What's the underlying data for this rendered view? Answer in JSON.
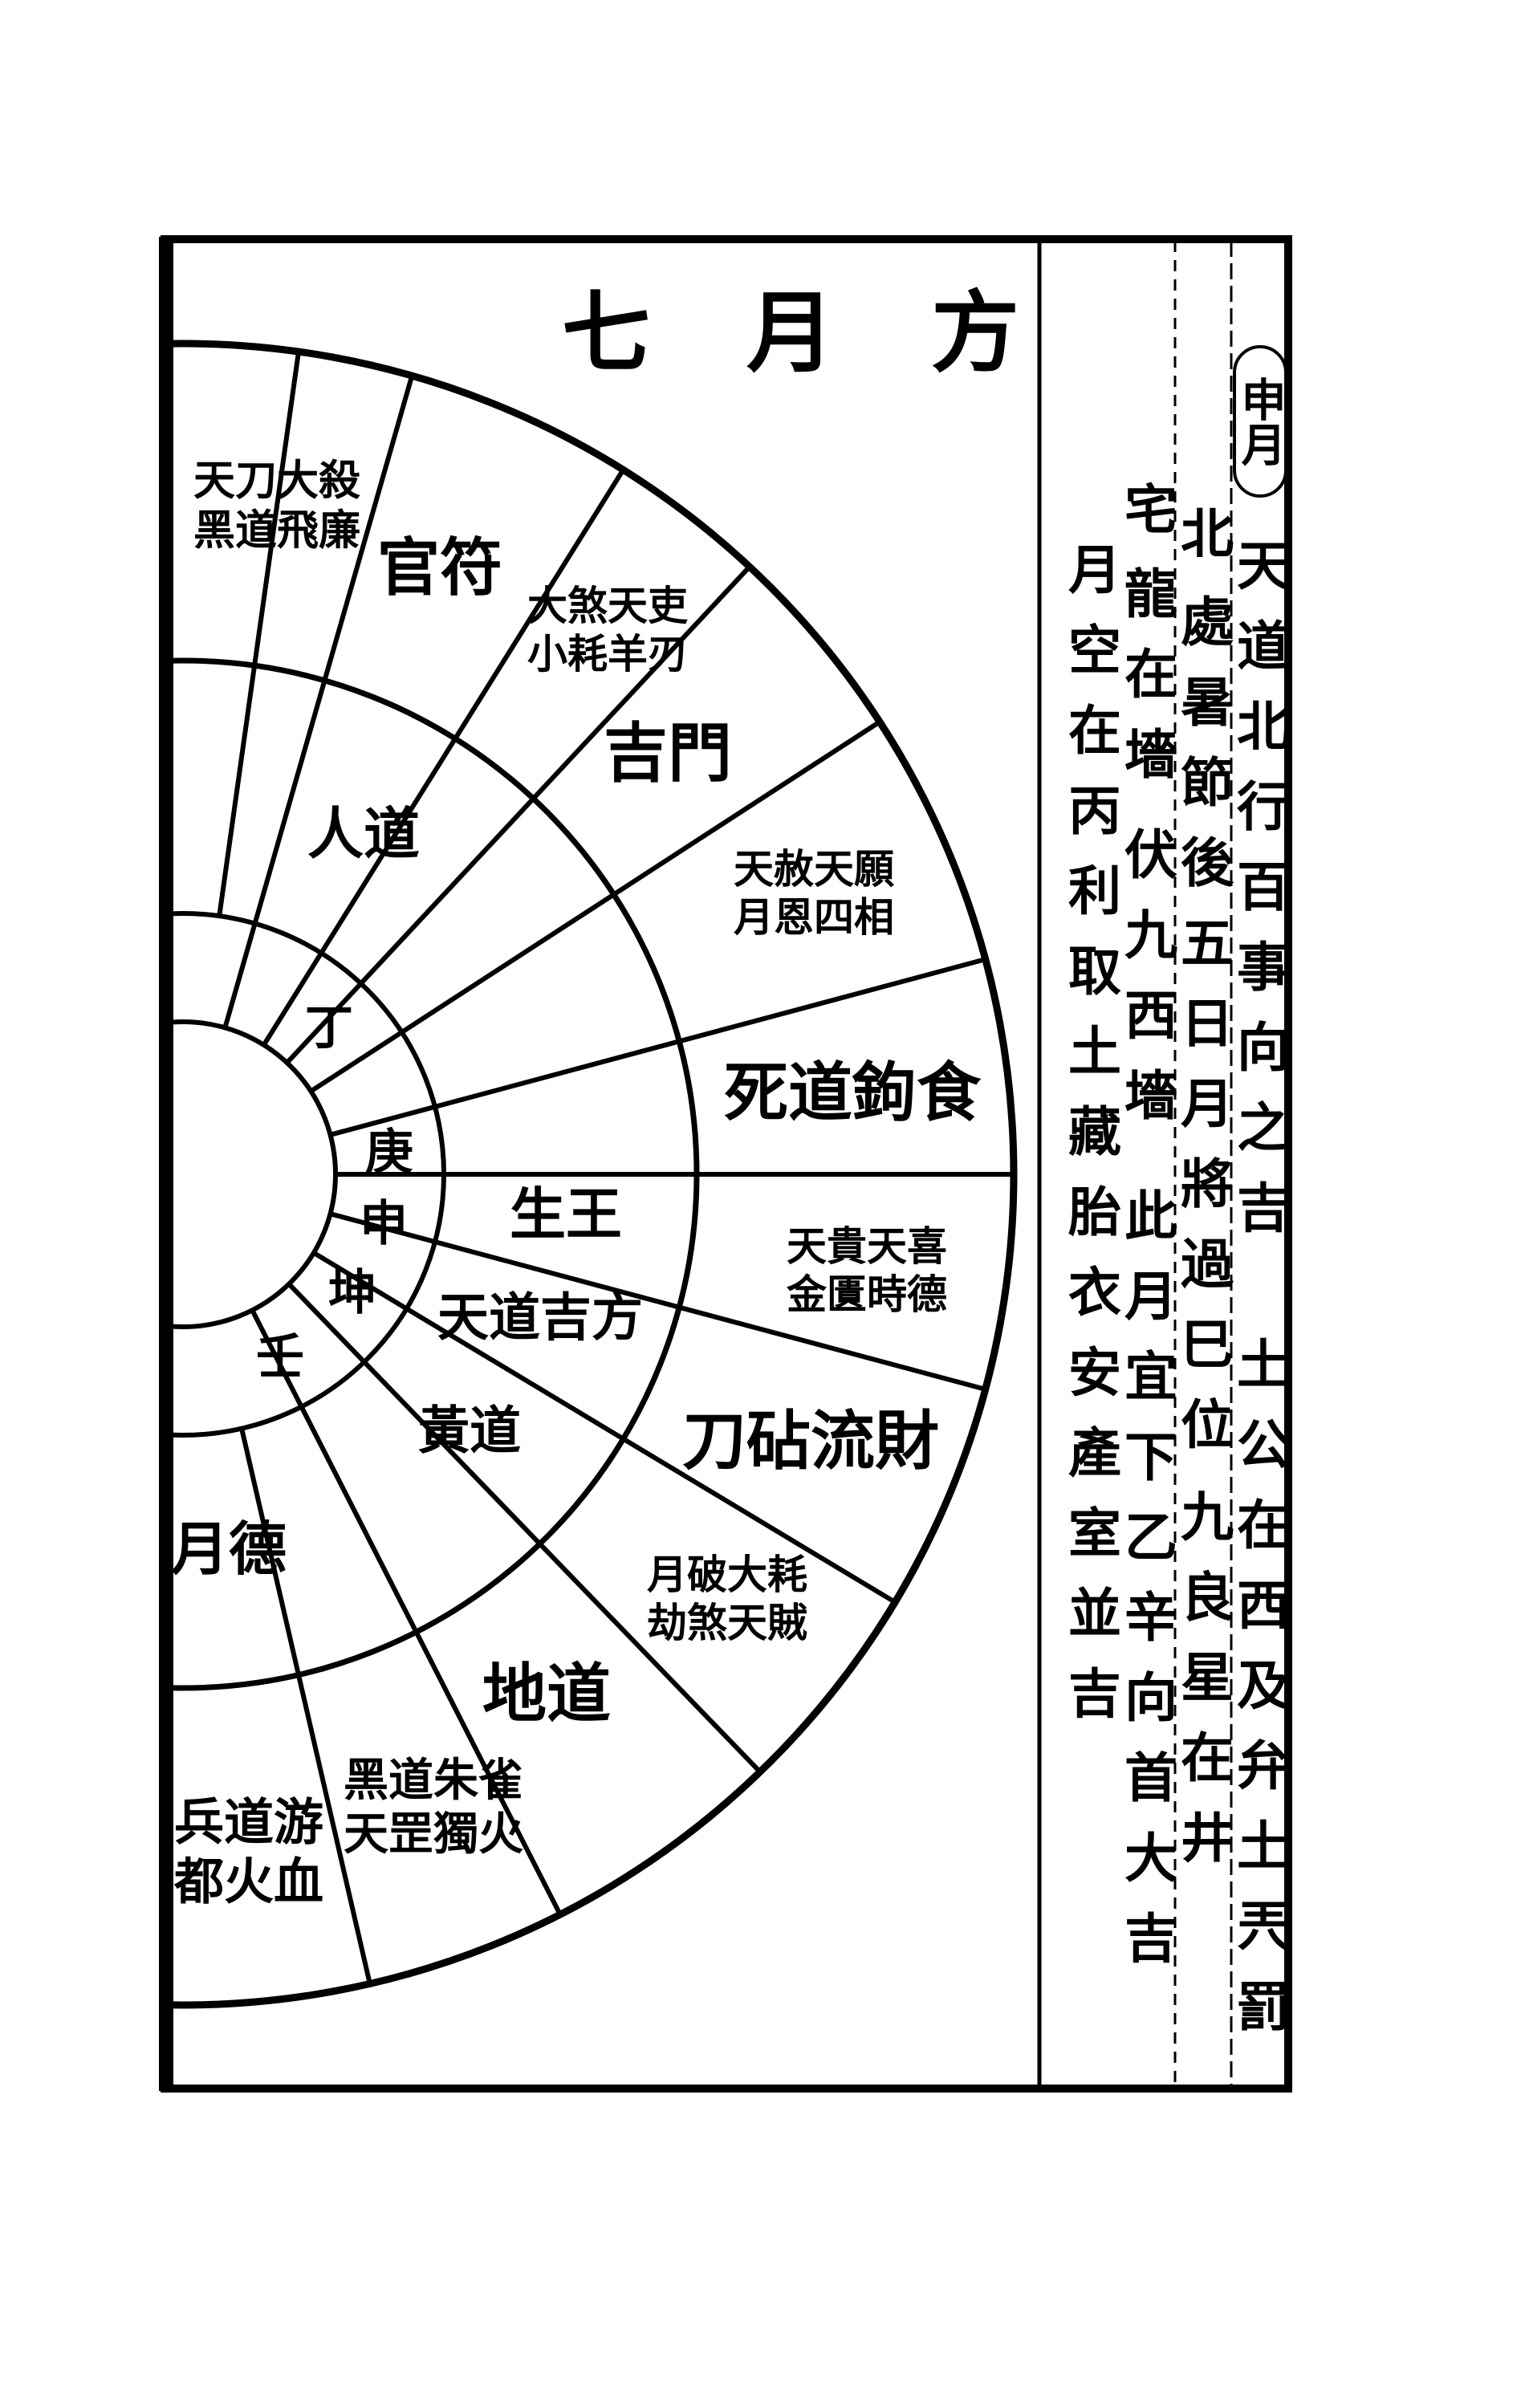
{
  "title": "七月方",
  "notes": {
    "month_badge": "申月",
    "col1_a": "天道北行百事向之吉",
    "col1_b": "土公在西及弁土兲罰",
    "col2_a": "北",
    "col2_b": "處暑節後五日月將過巳位",
    "col2_c": "九良星在井",
    "col3_a": "宅",
    "col3_b": "龍在墻",
    "col3_c": "伏九西墻",
    "col3_d": "此月宜下乙辛向首大吉",
    "col4": "月空在丙利取土藏胎衣安產室並吉"
  },
  "wheel": {
    "outer": {
      "top": "天刀大殺黑道飛廉",
      "officer": "官符",
      "small_a": "大煞天吏小耗羊刃",
      "gate": "吉門",
      "small_b": "天赦天願月恩四相",
      "death_road": "死道鉤食",
      "small_c": "天貴天喜金匱時德",
      "knife": "刀砧流財",
      "small_d": "月破大耗劫煞天賊",
      "earth_road": "地道",
      "black_road": "黑道朱雀天罡獨火",
      "soldier": "兵道游都火血"
    },
    "middle": {
      "human_road": "人道",
      "earth_king": "生王",
      "heaven_road": "天道吉方",
      "yellow_road": "黃道",
      "month_virtue": "月德"
    },
    "inner": {
      "ding": "丁",
      "geng": "庚",
      "shen": "申",
      "kun": "坤",
      "ren": "壬"
    }
  }
}
